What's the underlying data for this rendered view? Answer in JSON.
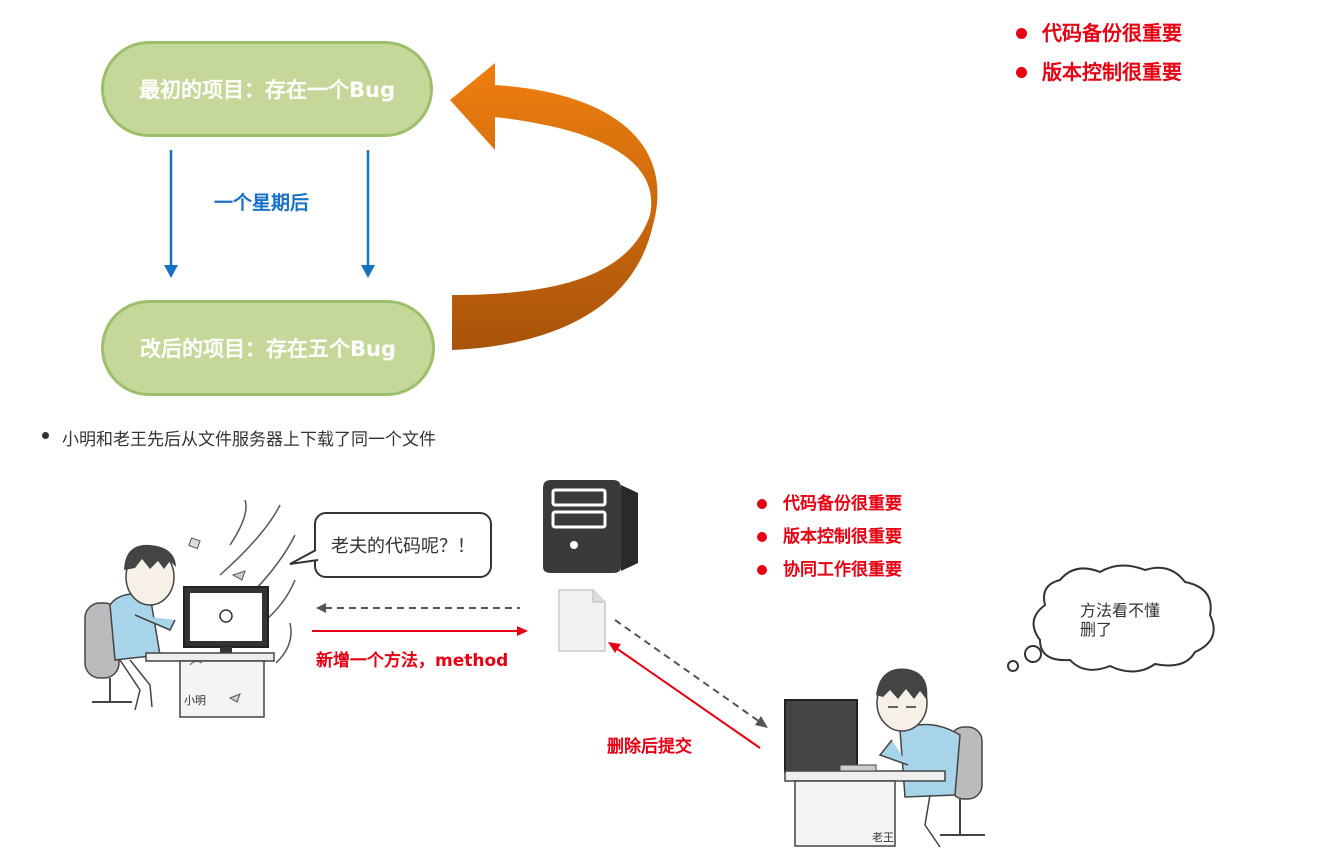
{
  "diagram1": {
    "top_node": "最初的项目：存在一个Bug",
    "bottom_node": "改后的项目：存在五个Bug",
    "middle_label": "一个星期后",
    "points": [
      "代码备份很重要",
      "版本控制很重要"
    ]
  },
  "bullet_text": "小明和老王先后从文件服务器上下载了同一个文件",
  "diagram2": {
    "speech_xiaoming": "老夫的代码呢？！",
    "xiaoming_tag": "小明",
    "add_label": "新增一个方法，method",
    "points": [
      "代码备份很重要",
      "版本控制很重要",
      "协同工作很重要"
    ],
    "cloud_laowang": [
      "方法看不懂",
      "删了"
    ],
    "delete_label": "删除后提交",
    "laowang_tag": "老王"
  },
  "colors": {
    "accent_red": "#e60012",
    "arrow_blue": "#1872c4",
    "arrow_orange": "#e46c0a",
    "node_green": "#c5d89a"
  }
}
